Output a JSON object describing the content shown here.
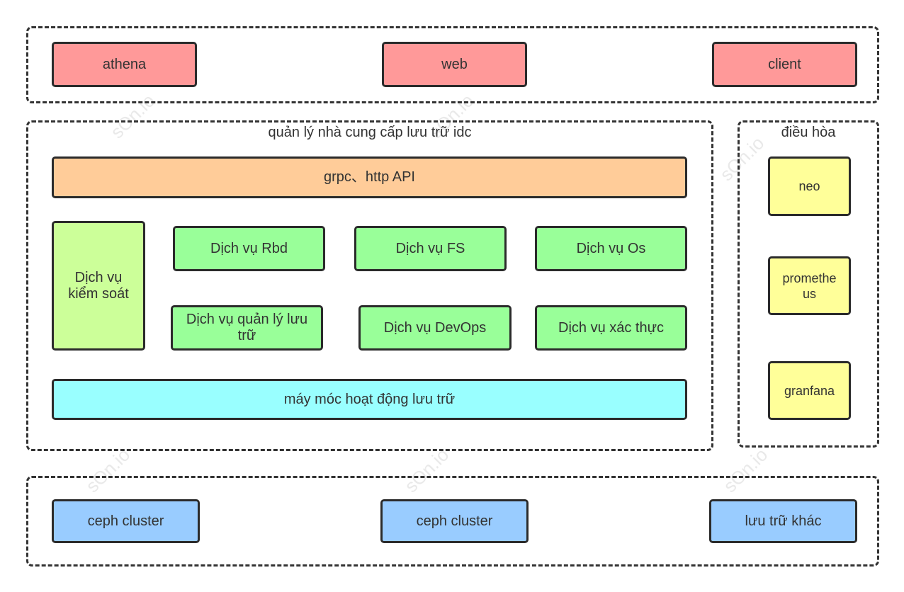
{
  "watermark": "sOn.io",
  "clients": {
    "athena": "athena",
    "web": "web",
    "client": "client"
  },
  "management": {
    "title": "quản lý nhà cung cấp lưu trữ idc",
    "api": "grpc、http API",
    "control_service": "Dịch vụ kiểm soát",
    "rbd_service": "Dịch vụ Rbd",
    "fs_service": "Dịch vụ FS",
    "os_service": "Dịch vụ Os",
    "storage_mgmt_service": "Dịch vụ quản lý lưu trữ",
    "devops_service": "Dịch vụ DevOps",
    "auth_service": "Dịch vụ xác thực",
    "storage_ops_machine": "máy móc hoạt động lưu trữ"
  },
  "scheduling": {
    "title": "điều hòa",
    "neo": "neo",
    "prometheus": "promethe us",
    "grafana": "granfana"
  },
  "storage": {
    "ceph1": "ceph cluster",
    "ceph2": "ceph cluster",
    "other": "lưu trữ khác"
  },
  "colors": {
    "client_fill": "#ff9999",
    "api_fill": "#ffcc99",
    "service_fill": "#99ff99",
    "control_fill": "#ccff99",
    "ops_fill": "#99ffff",
    "monitor_fill": "#ffff99",
    "storage_fill": "#99ccff",
    "border": "#2b2b2b"
  }
}
